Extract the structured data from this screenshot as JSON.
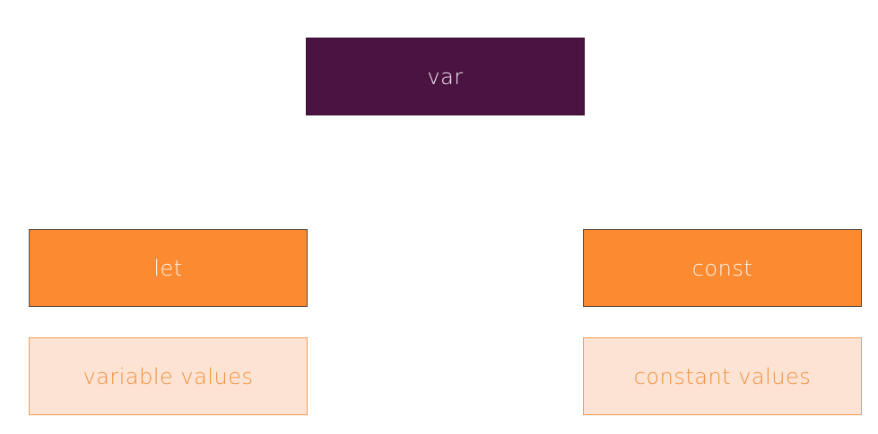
{
  "diagram": {
    "top": {
      "label": "var"
    },
    "left": {
      "keyword": "let",
      "description": "variable values"
    },
    "right": {
      "keyword": "const",
      "description": "constant values"
    }
  },
  "colors": {
    "var_fill": "#4a1342",
    "keyword_fill": "#fb8a30",
    "description_fill": "#fde3d3",
    "description_text": "#f0913f"
  }
}
